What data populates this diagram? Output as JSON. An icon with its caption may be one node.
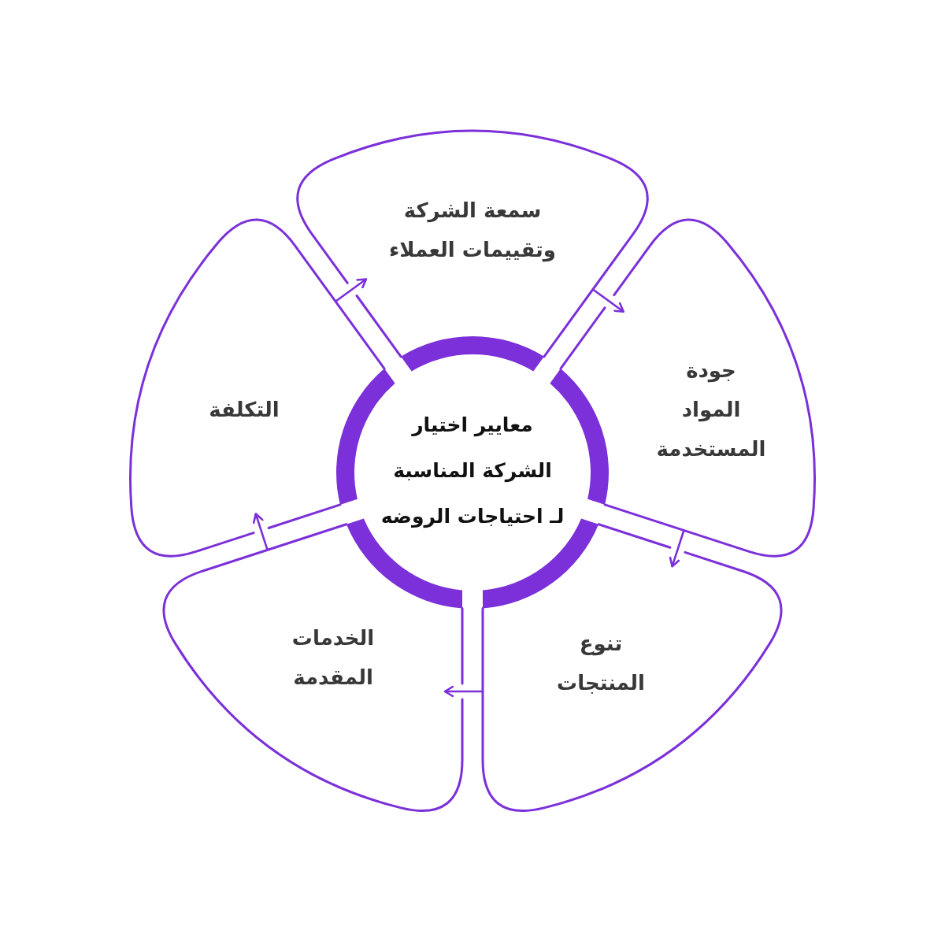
{
  "diagram": {
    "nodes": [
      {
        "text": [
          "معايير اختيار الشركة المناسبة لـ احتياجات الروضه"
        ]
      },
      {
        "text": [
          "سمعة الشركة وتقييمات العملاء"
        ]
      },
      {
        "text": [
          "جودة المواد المستخدمة"
        ]
      },
      {
        "text": [
          "تنوع المنتجات"
        ]
      },
      {
        "text": [
          "الخدمات المقدمة"
        ]
      },
      {
        "text": [
          "التكلفة"
        ]
      }
    ],
    "edges": [
      {
        "from": 1,
        "to": 2,
        "arrow": "to"
      },
      {
        "from": 2,
        "to": 3,
        "arrow": "to"
      },
      {
        "from": 3,
        "to": 4,
        "arrow": "to"
      },
      {
        "from": 4,
        "to": 5,
        "arrow": "to"
      },
      {
        "from": 5,
        "to": 1,
        "arrow": "to"
      }
    ]
  }
}
